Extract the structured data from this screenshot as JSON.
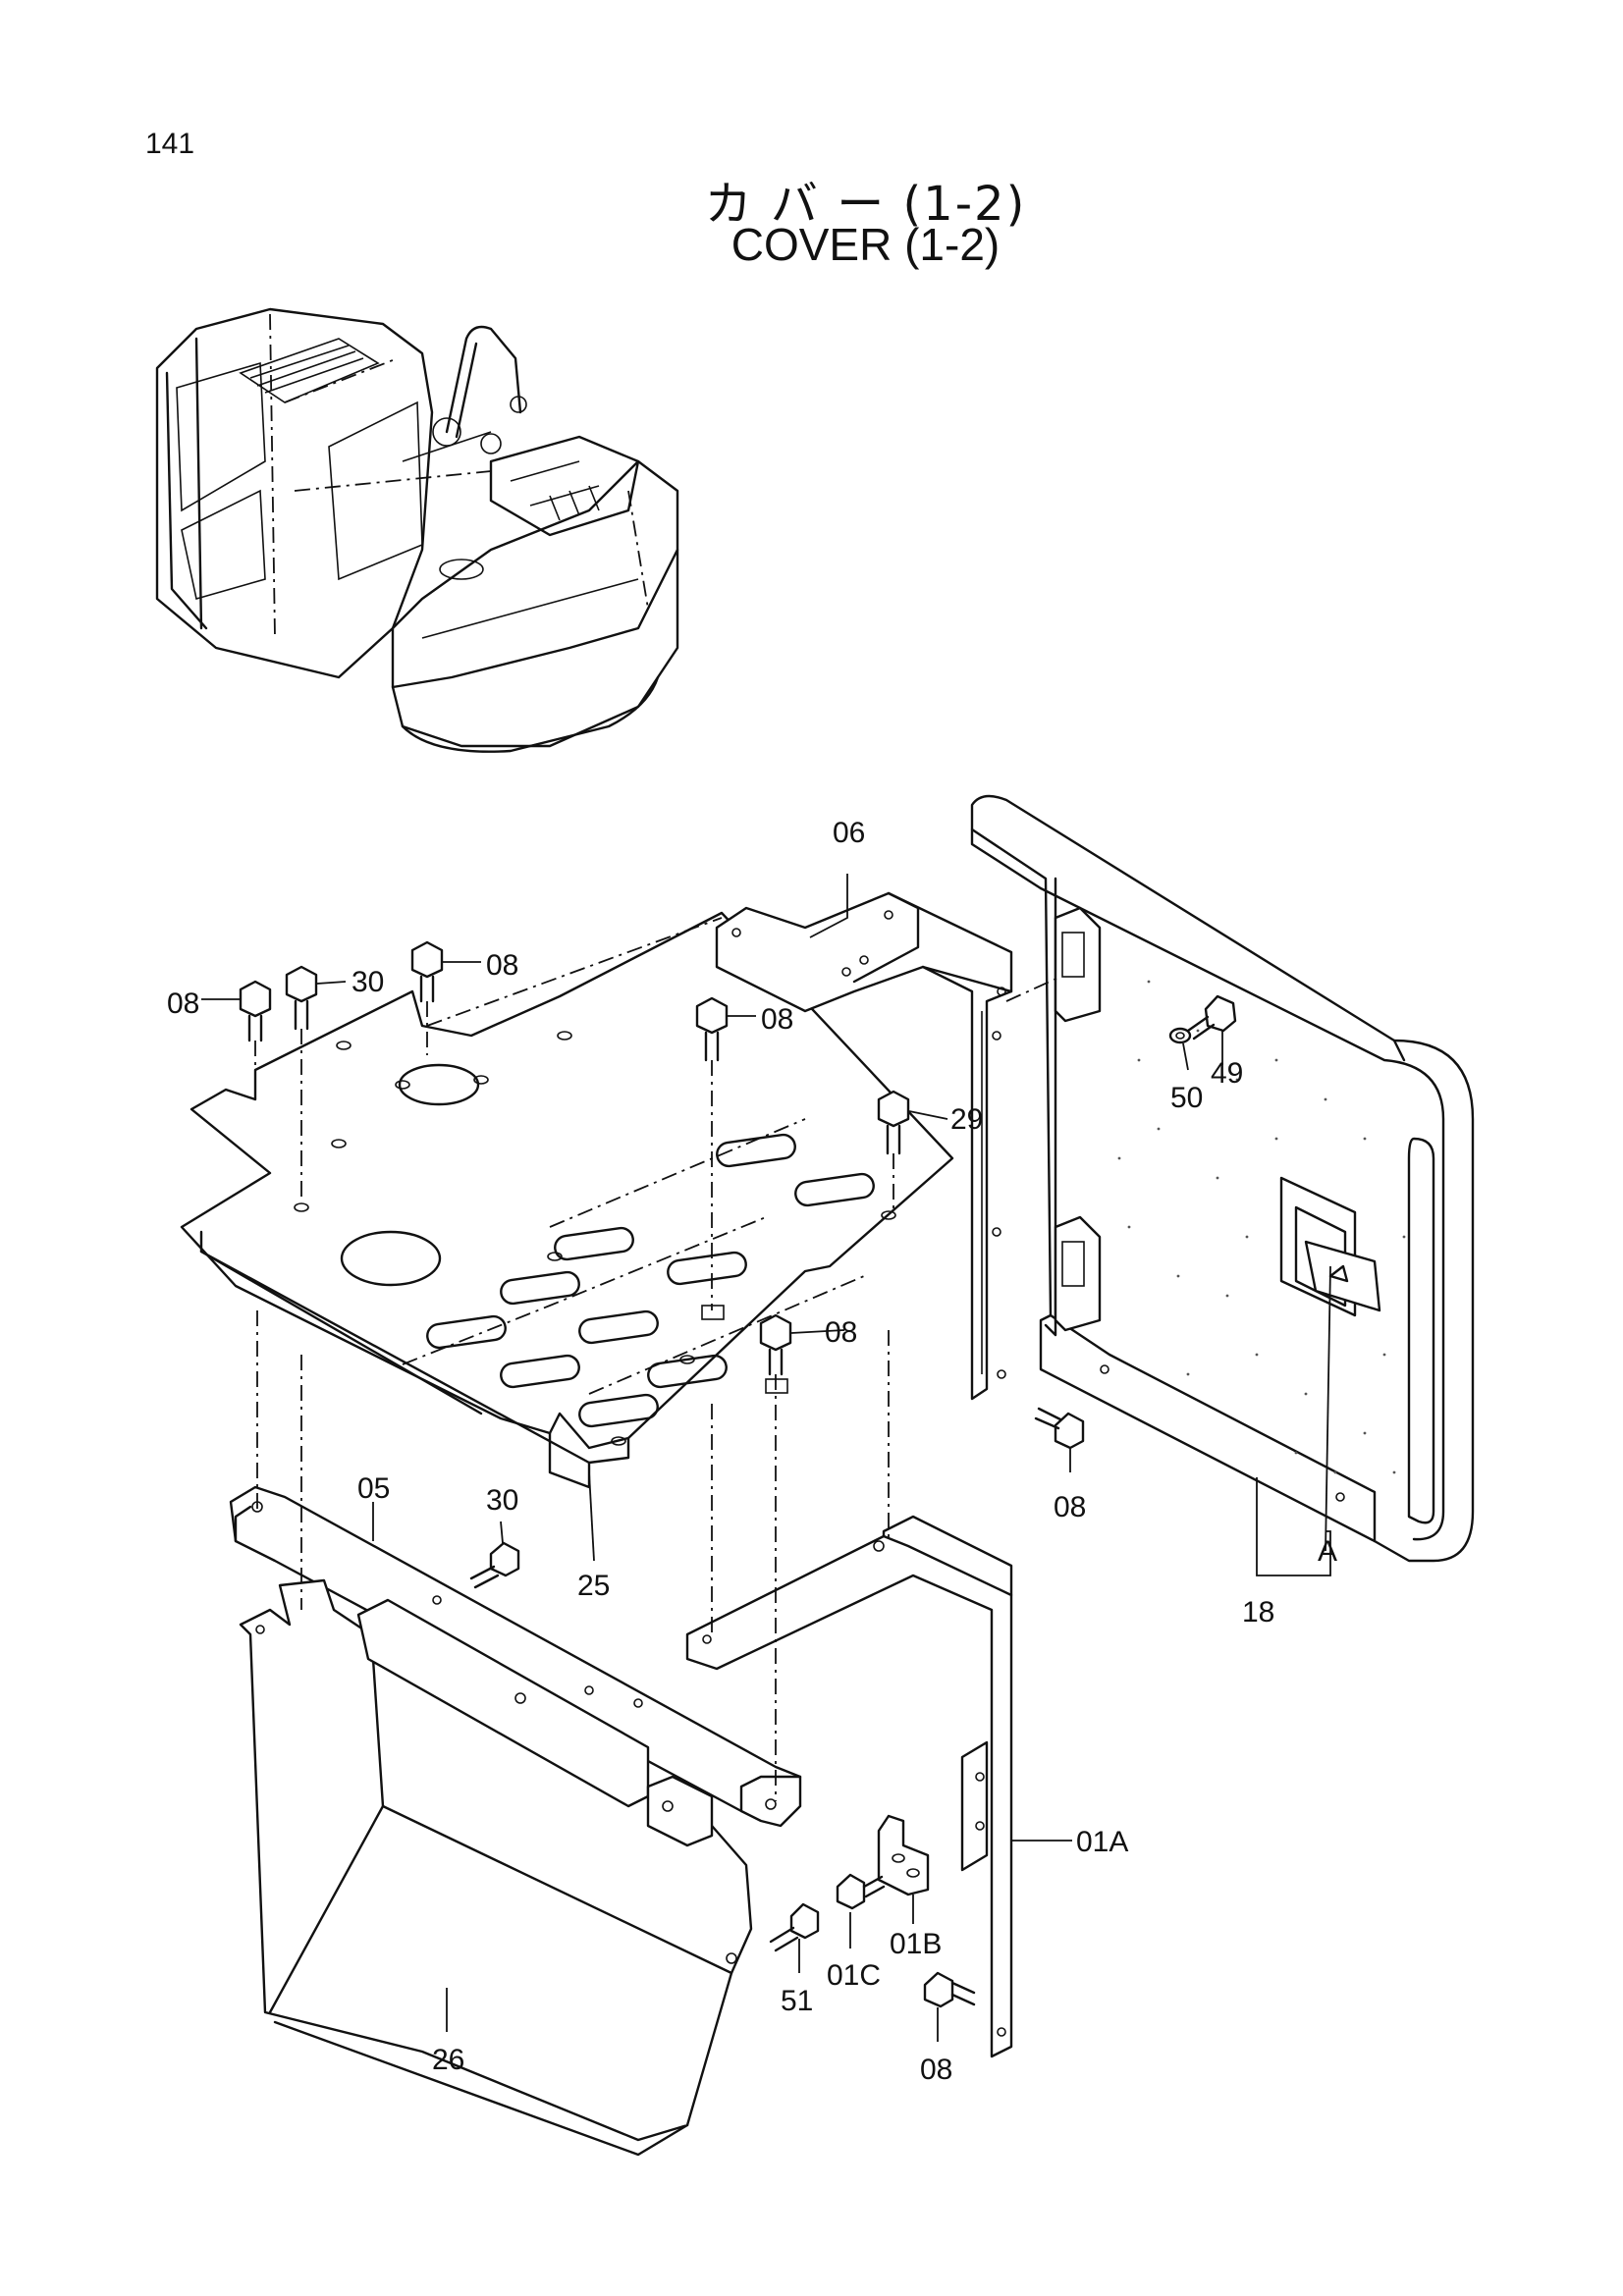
{
  "page_number": "141",
  "title_jp": "カ バ ー  (1-2)",
  "title_en": "COVER  (1-2)",
  "callouts": {
    "c06": "06",
    "c08a": "08",
    "c30a": "30",
    "c08b": "08",
    "c08c": "08",
    "c29": "29",
    "c50": "50",
    "c49": "49",
    "c08d": "08",
    "c08e": "08",
    "c05": "05",
    "c30b": "30",
    "c25": "25",
    "cA": "A",
    "c18": "18",
    "c01A": "01A",
    "c01B": "01B",
    "c01C": "01C",
    "c51": "51",
    "c26": "26",
    "c08f": "08"
  }
}
